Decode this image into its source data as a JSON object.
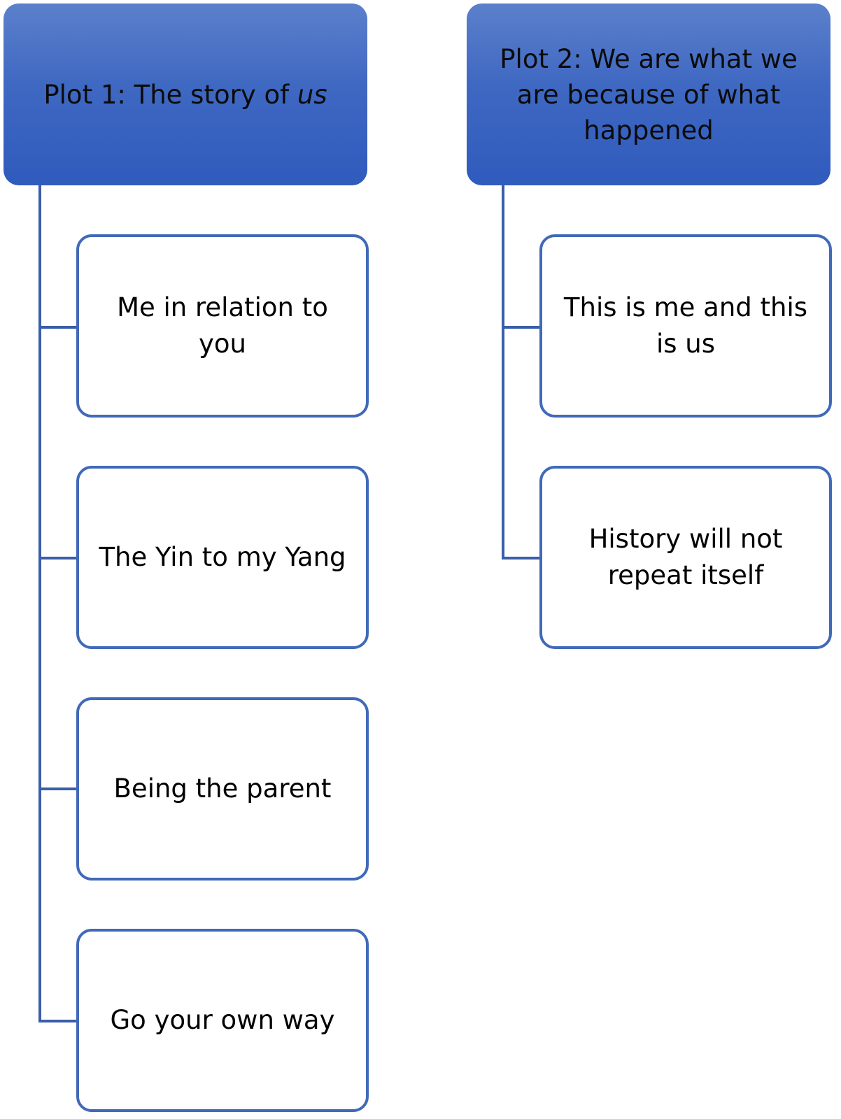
{
  "colors": {
    "header_fill": "#3f68c2",
    "border": "#4169b9",
    "connector": "#3a5ea8"
  },
  "plots": [
    {
      "title_prefix": "Plot 1: The story of ",
      "title_emphasis": "us",
      "themes": [
        "Me in relation to you",
        "The Yin to my Yang",
        "Being the parent",
        "Go your own way"
      ]
    },
    {
      "title_prefix": "Plot 2: We are what we are because of what happened",
      "title_emphasis": "",
      "themes": [
        "This is me and this is us",
        "History will not repeat itself"
      ]
    }
  ]
}
